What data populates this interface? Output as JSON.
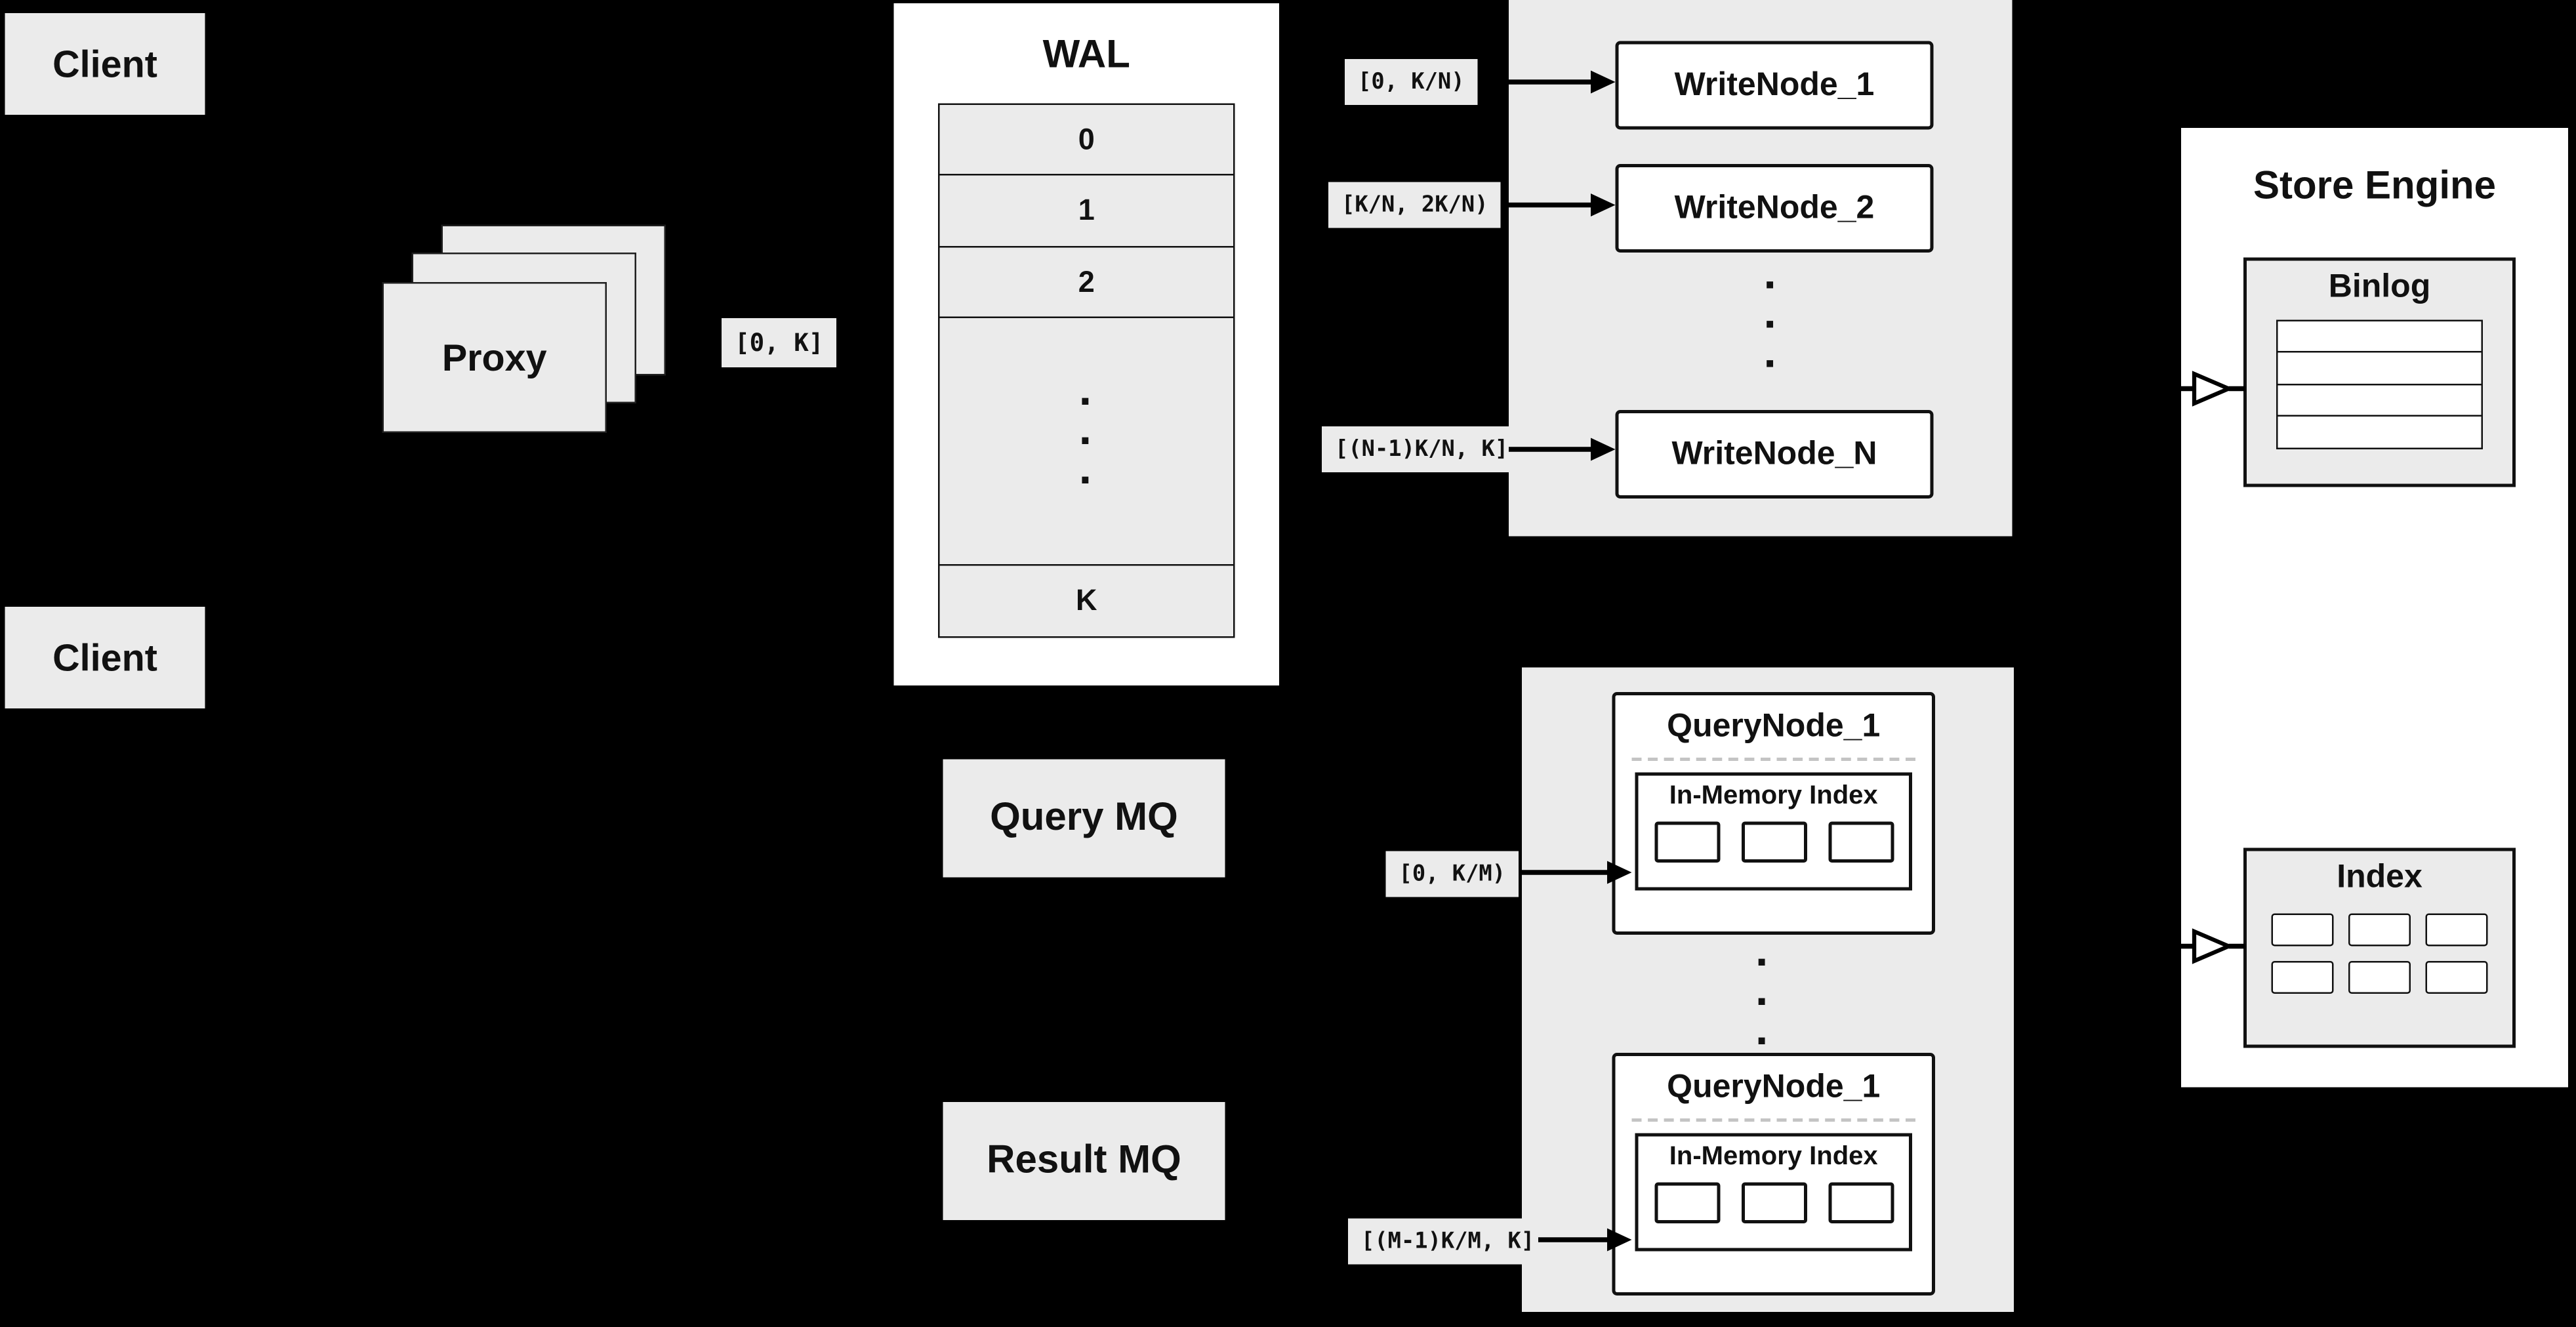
{
  "colors": {
    "background": "#000000",
    "panel_gray": "#ebebeb",
    "box_white": "#ffffff",
    "line_black": "#111111"
  },
  "clients": {
    "top": "Client",
    "bottom": "Client"
  },
  "proxy": {
    "label": "Proxy"
  },
  "chips": {
    "proxy_out": "[0, K]",
    "write_1": "[0, K/N)",
    "write_2": "[K/N, 2K/N)",
    "write_n": "[(N-1)K/N, K]",
    "query_1": "[0, K/M)",
    "query_m": "[(M-1)K/M, K]"
  },
  "wal": {
    "title": "WAL",
    "rows": [
      "0",
      "1",
      "2"
    ],
    "last_row": "K",
    "ellipsis": "·\n·\n·"
  },
  "write_nodes": {
    "items": [
      "WriteNode_1",
      "WriteNode_2",
      "WriteNode_N"
    ],
    "ellipsis": "·\n·\n·"
  },
  "store_engine": {
    "title": "Store Engine",
    "binlog_title": "Binlog",
    "index_title": "Index"
  },
  "mq": {
    "query": "Query MQ",
    "result": "Result MQ"
  },
  "query_nodes": {
    "items": [
      {
        "title": "QueryNode_1",
        "index_label": "In-Memory Index"
      },
      {
        "title": "QueryNode_1",
        "index_label": "In-Memory Index"
      }
    ],
    "ellipsis": "·\n·\n·"
  }
}
